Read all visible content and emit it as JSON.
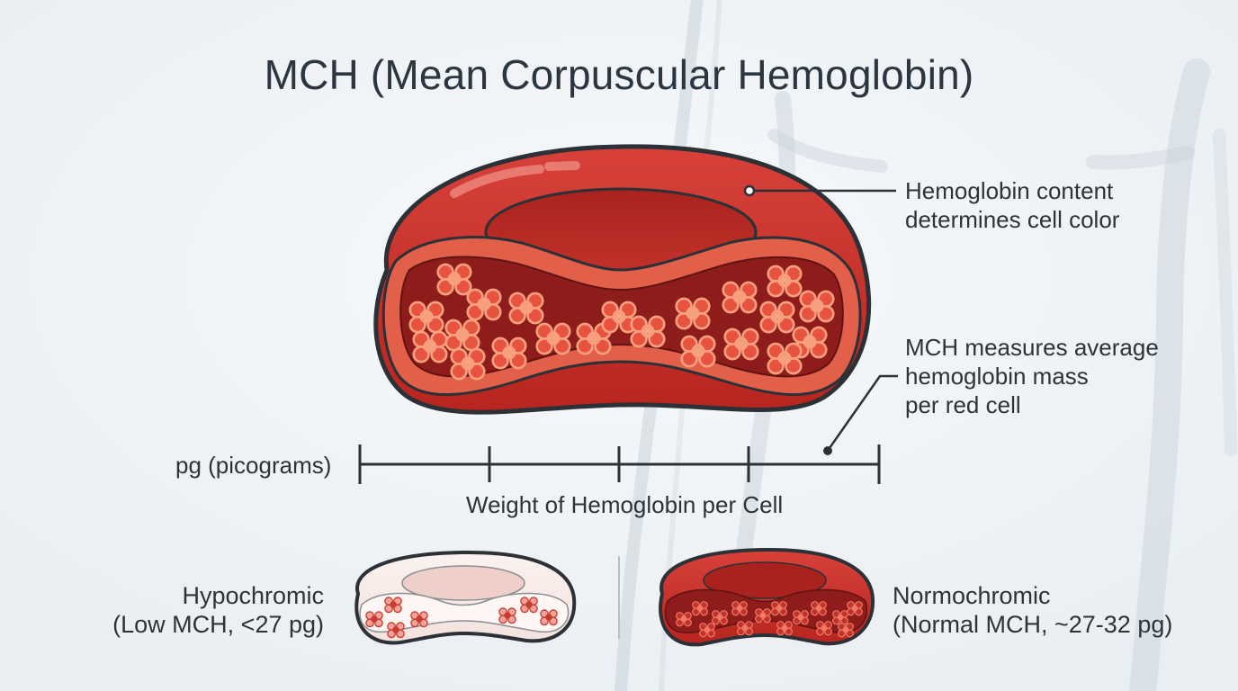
{
  "title": "MCH (Mean Corpuscular Hemoglobin)",
  "callouts": {
    "color": [
      "Hemoglobin content",
      "determines cell color"
    ],
    "mass": [
      "MCH measures average",
      "hemoglobin mass",
      "per red cell"
    ]
  },
  "axis": {
    "unit_label": "pg (picograms)",
    "caption": "Weight of Hemoglobin per Cell"
  },
  "comparison": {
    "hypochromic": {
      "name": "Hypochromic",
      "detail": "(Low MCH, <27 pg)"
    },
    "normochromic": {
      "name": "Normochromic",
      "detail": "(Normal MCH, ~27-32 pg)"
    }
  },
  "colors": {
    "background": "#f1f4f6",
    "cell_red": "#c62f28",
    "cell_dark": "#8e1c1a",
    "cell_rim": "#e2604a",
    "pale_cell": "#f6e6e2",
    "outline": "#2b3137",
    "vessel": "#cbd5de"
  }
}
